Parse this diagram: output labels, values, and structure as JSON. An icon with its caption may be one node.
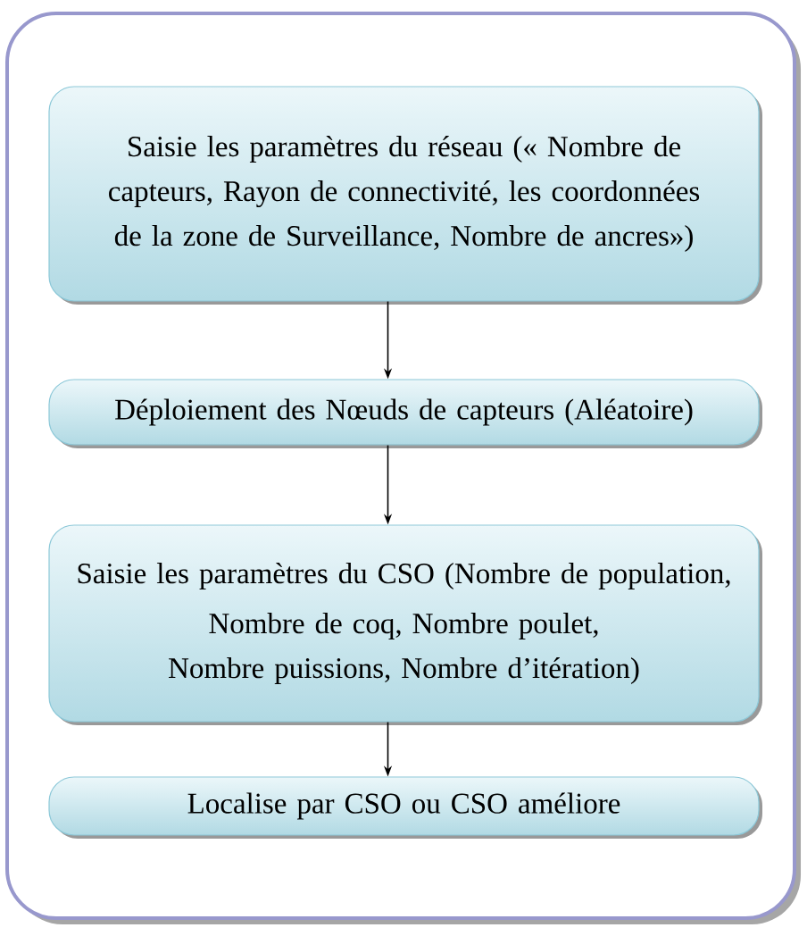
{
  "diagram": {
    "nodes": [
      {
        "text": [],
        "shape": "box"
      },
      {
        "text": [
          "Saisie les paramètres du réseau (« Nombre de capteurs, Rayon de connectivité, les coordonnées de la zone de Surveillance, Nombre de ancres»)"
        ],
        "in": 0
      },
      {
        "text": [
          "Déploiement des Nœuds de capteurs (Aléatoire)"
        ],
        "in": 0
      },
      {
        "text": [
          "Saisie les paramètres du CSO (Nombre de population,",
          "Nombre de coq, Nombre poulet, Nombre puissions, Nombre d’itération)"
        ],
        "in": 0
      },
      {
        "text": [
          "Localise par CSO ou CSO améliore"
        ],
        "in": 0
      }
    ],
    "edges": [
      {
        "from": 1,
        "to": 2,
        "arrow": "to"
      },
      {
        "from": 2,
        "to": 3,
        "arrow": "to"
      },
      {
        "from": 3,
        "to": 4,
        "arrow": "to"
      }
    ]
  }
}
